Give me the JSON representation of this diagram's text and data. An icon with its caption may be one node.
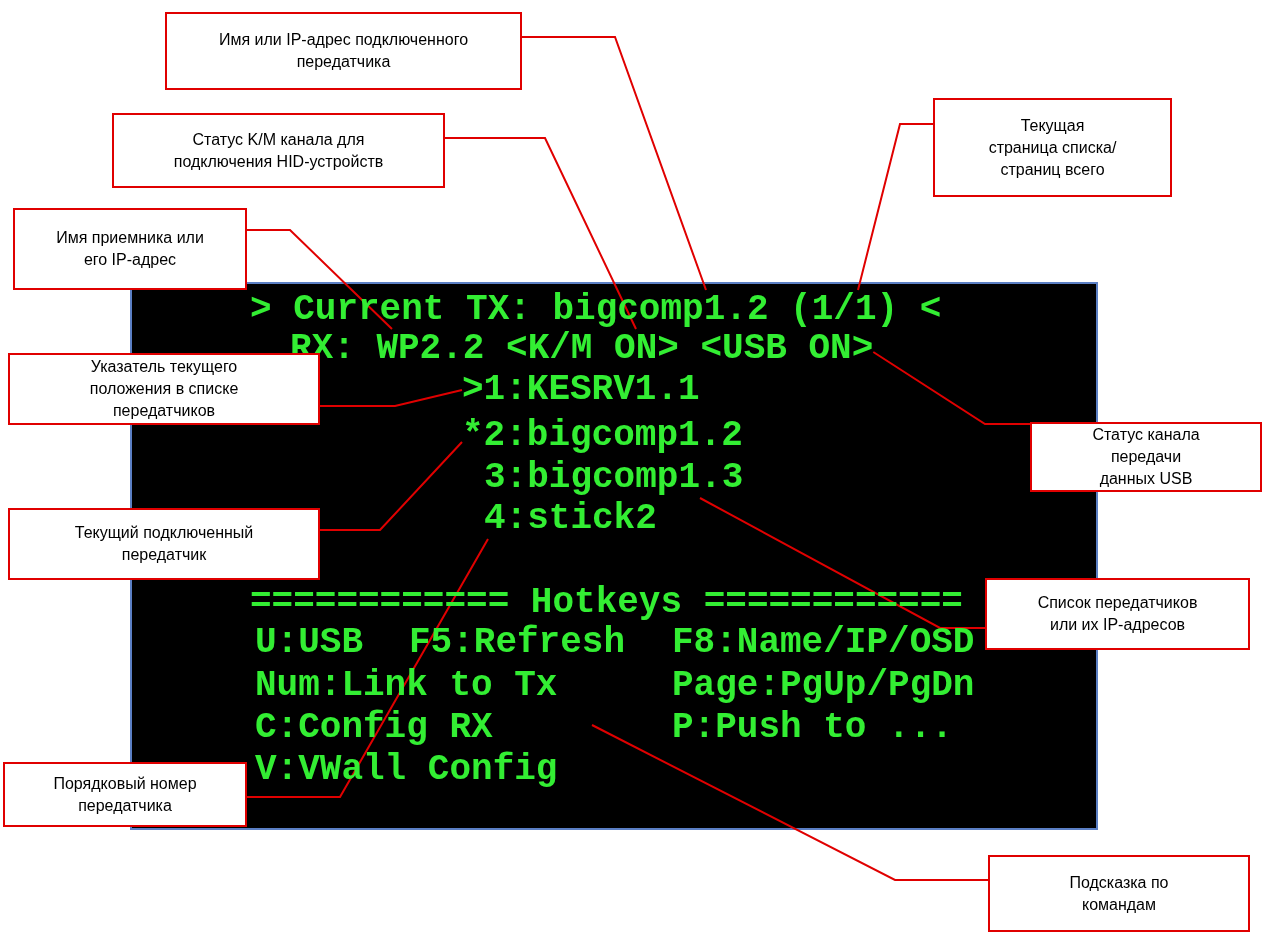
{
  "diagram": {
    "nodes": [
      {
        "text": [
          "Имя или IP-адрес подключенного передатчика"
        ]
      },
      {
        "text": [
          "Статус K/M канала для подключения HID-устройств"
        ]
      },
      {
        "text": [
          "Текущая страница списка/страниц всего"
        ]
      },
      {
        "text": [
          "Имя приемника или его IP-адрес"
        ]
      },
      {
        "text": [
          "Указатель текущего положения в списке передатчиков"
        ]
      },
      {
        "text": [
          "Статус канала передачи данных USB"
        ]
      },
      {
        "text": [
          "Текущий подключенный передатчик"
        ]
      },
      {
        "text": [
          "Список передатчиков или их IP-адресов"
        ]
      },
      {
        "text": [
          "Порядковый номер передатчика"
        ]
      },
      {
        "text": [
          "Подсказка по командам"
        ]
      },
      {
        "text": [
          "> Current TX: bigcomp1.2 (1/1) <"
        ]
      },
      {
        "text": [
          "RX: WP2.2 <K/M ON> <USB ON>"
        ]
      },
      {
        "text": [
          ">1:KESRV1.1"
        ]
      },
      {
        "text": [
          "*2:bigcomp1.2"
        ]
      },
      {
        "text": [
          "3:bigcomp1.3"
        ]
      },
      {
        "text": [
          "4:stick2"
        ]
      }
    ],
    "edges": [
      {
        "from": 0,
        "to": 10,
        "arrow": "none"
      },
      {
        "from": 1,
        "to": 11,
        "arrow": "none"
      },
      {
        "from": 2,
        "to": 10,
        "arrow": "none"
      },
      {
        "from": 3,
        "to": 11,
        "arrow": "none"
      },
      {
        "from": 4,
        "to": 12,
        "arrow": "none"
      },
      {
        "from": 5,
        "to": 11,
        "arrow": "none"
      },
      {
        "from": 6,
        "to": 13,
        "arrow": "none"
      },
      {
        "from": 7,
        "to": 14,
        "arrow": "none"
      },
      {
        "from": 8,
        "to": 15,
        "arrow": "none"
      },
      {
        "from": 9,
        "to": null,
        "arrow": "none"
      }
    ],
    "labels": [
      "============ Hotkeys ============",
      "U:USB",
      "F5:Refresh",
      "F8:Name/IP/OSD",
      "Num:Link to Tx",
      "Page:PgUp/PgDn",
      "C:Config RX",
      "P:Push to ...",
      "V:VWall Config"
    ]
  }
}
